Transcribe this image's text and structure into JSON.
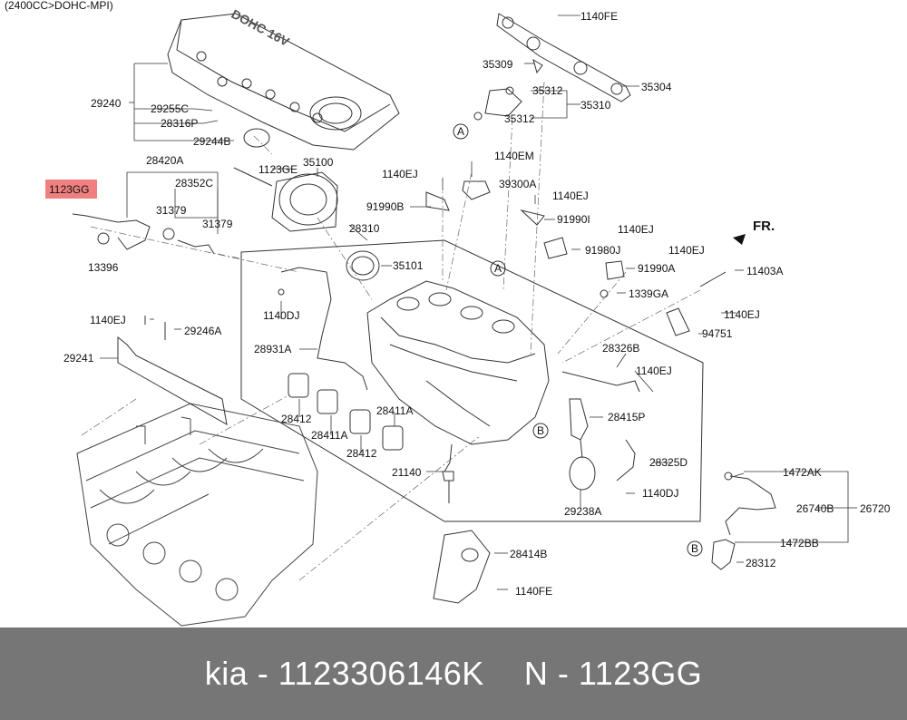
{
  "header_note": "(2400CC>DOHC-MPI)",
  "cover_logo": "DOHC 16V",
  "fr_label": "FR.",
  "colors": {
    "highlight": "#f08080",
    "line": "#333333",
    "footer_bg": "#767676"
  },
  "highlighted_part": "1123GG",
  "labels": {
    "p1140FE_a": "1140FE",
    "p35309": "35309",
    "p35304": "35304",
    "p35312_a": "35312",
    "p35310": "35310",
    "p35312_b": "35312",
    "callout_a_top": "A",
    "p1140EM": "1140EM",
    "p1140EJ_a": "1140EJ",
    "p39300A": "39300A",
    "p91990B": "91990B",
    "p1140EJ_b": "1140EJ",
    "p91990I": "91990I",
    "p1140EJ_c": "1140EJ",
    "p91980J": "91980J",
    "p1140EJ_d": "1140EJ",
    "p91990A": "91990A",
    "p11403A": "11403A",
    "p1339GA": "1339GA",
    "p1140EJ_e": "1140EJ",
    "p94751": "94751",
    "fr": "FR.",
    "p29240": "29240",
    "p29255C": "29255C",
    "p28316P": "28316P",
    "p29244B": "29244B",
    "p28420A": "28420A",
    "p1123GE": "1123GE",
    "p35100": "35100",
    "p28352C": "28352C",
    "p31379_a": "31379",
    "p31379_b": "31379",
    "p13396": "13396",
    "p28310": "28310",
    "p35101": "35101",
    "callout_a_mid": "A",
    "p1140DJ_a": "1140DJ",
    "p28931A": "28931A",
    "p1140EJ_f": "1140EJ",
    "p29246A": "29246A",
    "p29241": "29241",
    "p28412_a": "28412",
    "p28411A_a": "28411A",
    "p28412_b": "28412",
    "p28411A_b": "28411A",
    "p21140": "21140",
    "p28326B": "28326B",
    "p1140EJ_g": "1140EJ",
    "callout_b_mid": "B",
    "p28415P": "28415P",
    "p28325D": "28325D",
    "p1140DJ_b": "1140DJ",
    "p29238A": "29238A",
    "p1472AK": "1472AK",
    "p26740B": "26740B",
    "p26720": "26720",
    "p1472BB": "1472BB",
    "callout_b_right": "B",
    "p28312": "28312",
    "p28414B": "28414B",
    "p1140FE_b": "1140FE"
  },
  "footer": {
    "brand": "kia",
    "sep1": "-",
    "part_number": "1123306146K",
    "kind": "N",
    "sep2": "-",
    "code": "1123GG"
  }
}
